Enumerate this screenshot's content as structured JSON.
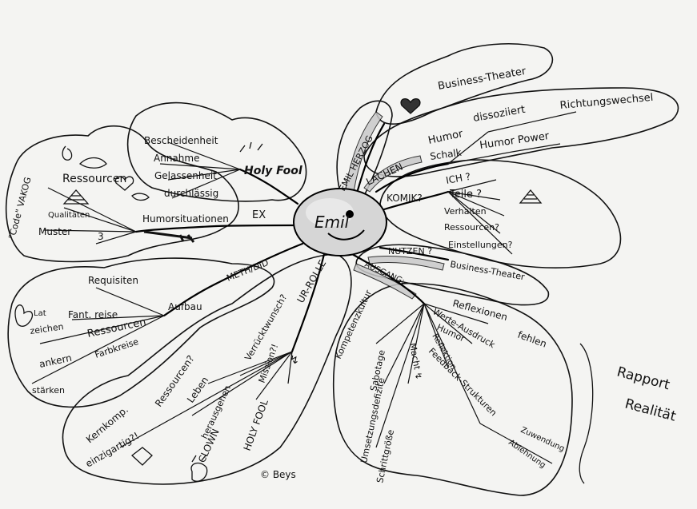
{
  "center": {
    "label": "Emil"
  },
  "left_top": {
    "holy_fool": "Holy Fool",
    "items": [
      "Bescheidenheit",
      "Annahme",
      "Gelassenheit",
      "durchlässig"
    ]
  },
  "left_mid": {
    "code": "\"Code\" VAKOG",
    "ressourcen": "Ressourcen",
    "qualitaeten": "Qualitäten",
    "muster": "Muster",
    "three": "3",
    "humorsituationen": "Humorsituationen",
    "ex": "EX"
  },
  "left_low": {
    "meth": "METH/DID",
    "aufbau": "Aufbau",
    "requisiten": "Requisiten",
    "fant_reise": "Fant. reise",
    "lat": "Lat",
    "zeichen": "zeichen",
    "ressourcen": "Ressourcen",
    "anker": "ankern",
    "farbkreise": "Farbkreise",
    "staerken": "stärken"
  },
  "bottom_left": {
    "ur_rolle": "UR-ROLLE",
    "verrueckt": "Verrücktwunsch?",
    "mission": "Mission?!",
    "arrow": "↯",
    "leben": "Leben",
    "ressourcen_q": "Ressourcen?",
    "herausgehen": "herausgehen",
    "clown": "CLOWN",
    "holy_fool": "HOLY FOOL",
    "kernkomp": "Kernkomp.",
    "einzigartig": "einzigartig?!"
  },
  "top_right": {
    "emil_herzog": "EMIL HERZOG",
    "business_theater": "Business-Theater",
    "lachen": "LACHEN",
    "humor": "Humor",
    "schalk": "Schalk",
    "dissoziiert": "dissoziiert",
    "richtungswechsel": "Richtungswechsel",
    "humor_power": "Humor Power"
  },
  "right_mid": {
    "komik": "KOMIK?",
    "ich": "ICH ?",
    "teile": "Teile ?",
    "verhalten": "Verhalten",
    "ressourcen": "Ressourcen?",
    "einstellungen": "Einstellungen?"
  },
  "right_nutzen": {
    "nutzen": "NUTZEN ?",
    "business_theater": "Business-Theater"
  },
  "right_low": {
    "ausgang": "AUSGANG:",
    "reflexionen": "Reflexionen",
    "werte": "Werte-Ausdruck",
    "fehlen": "fehlen",
    "humor": "Humor",
    "reflektion": "Reflektion",
    "feedback": "Feedback-Strukturen",
    "kompetenz": "Kompetenzkultur",
    "sabotage": "Sabotage",
    "defizite": "Umsetzungsdefizite",
    "schritt": "Schrittgröße",
    "macht": "Macht ↯",
    "zuwendung": "Zuwendung",
    "ablehnung": "Ablehnung"
  },
  "margin_note": {
    "line1": "Rapport",
    "line2": "Realität"
  },
  "signature": "© Beys"
}
